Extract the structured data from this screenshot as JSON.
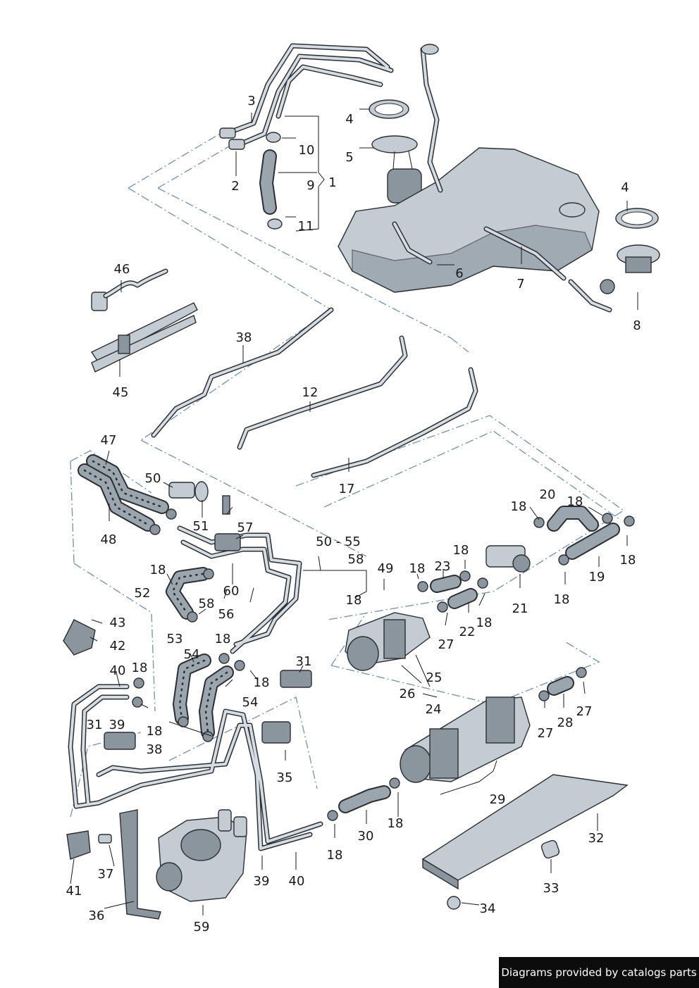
{
  "callouts": [
    {
      "text": "1"
    },
    {
      "text": "2"
    },
    {
      "text": "3"
    },
    {
      "text": "4"
    },
    {
      "text": "5"
    },
    {
      "text": "9"
    },
    {
      "text": "10"
    },
    {
      "text": "11"
    },
    {
      "text": "4"
    },
    {
      "text": "6"
    },
    {
      "text": "7"
    },
    {
      "text": "8"
    },
    {
      "text": "46"
    },
    {
      "text": "45"
    },
    {
      "text": "38"
    },
    {
      "text": "12"
    },
    {
      "text": "17"
    },
    {
      "text": "47"
    },
    {
      "text": "48"
    },
    {
      "text": "50"
    },
    {
      "text": "51"
    },
    {
      "text": "57"
    },
    {
      "text": "50 - 55"
    },
    {
      "text": "58"
    },
    {
      "text": "18"
    },
    {
      "text": "52"
    },
    {
      "text": "60"
    },
    {
      "text": "58"
    },
    {
      "text": "56"
    },
    {
      "text": "49"
    },
    {
      "text": "18"
    },
    {
      "text": "18"
    },
    {
      "text": "23"
    },
    {
      "text": "18"
    },
    {
      "text": "20"
    },
    {
      "text": "18"
    },
    {
      "text": "18"
    },
    {
      "text": "21"
    },
    {
      "text": "19"
    },
    {
      "text": "18"
    },
    {
      "text": "18"
    },
    {
      "text": "22"
    },
    {
      "text": "18"
    },
    {
      "text": "27"
    },
    {
      "text": "25"
    },
    {
      "text": "26"
    },
    {
      "text": "24"
    },
    {
      "text": "28"
    },
    {
      "text": "27"
    },
    {
      "text": "27"
    },
    {
      "text": "29"
    },
    {
      "text": "32"
    },
    {
      "text": "33"
    },
    {
      "text": "34"
    },
    {
      "text": "43"
    },
    {
      "text": "42"
    },
    {
      "text": "53"
    },
    {
      "text": "18"
    },
    {
      "text": "54"
    },
    {
      "text": "31"
    },
    {
      "text": "18"
    },
    {
      "text": "54"
    },
    {
      "text": "40"
    },
    {
      "text": "18"
    },
    {
      "text": "18"
    },
    {
      "text": "31"
    },
    {
      "text": "39"
    },
    {
      "text": "38"
    },
    {
      "text": "35"
    },
    {
      "text": "41"
    },
    {
      "text": "37"
    },
    {
      "text": "36"
    },
    {
      "text": "59"
    },
    {
      "text": "39"
    },
    {
      "text": "40"
    },
    {
      "text": "18"
    },
    {
      "text": "30"
    },
    {
      "text": "18"
    }
  ],
  "footer": {
    "text": "Diagrams provided by catalogs parts"
  }
}
